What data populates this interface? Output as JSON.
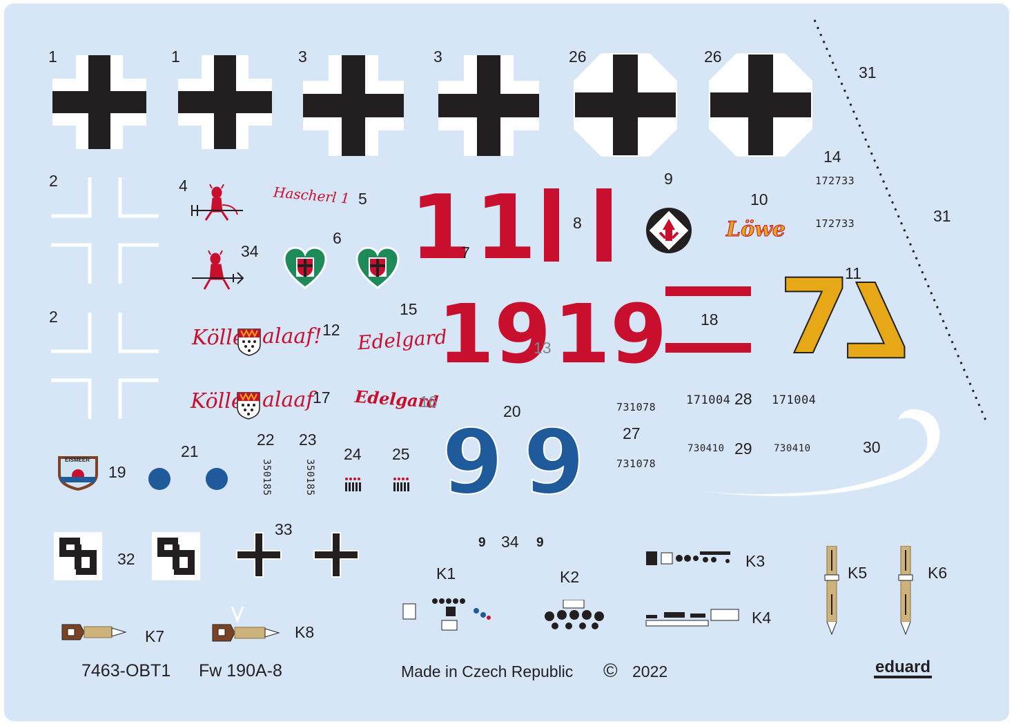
{
  "sheet": {
    "code": "7463-OBT1",
    "model": "Fw 190A-8",
    "made_in": "Made in Czech Republic",
    "copyright_symbol": "©",
    "year": "2022",
    "brand": "eduard"
  },
  "colors": {
    "background": "#d6e6f7",
    "black": "#231f20",
    "white": "#ffffff",
    "red": "#c8102e",
    "yellow": "#e6a817",
    "blue": "#1f5a9a",
    "green": "#1e8a5a",
    "tan": "#cdb27c",
    "brown": "#7a4424"
  },
  "numbers": {
    "n1a": "1",
    "n1b": "1",
    "n3a": "3",
    "n3b": "3",
    "n26a": "26",
    "n26b": "26",
    "n31a": "31",
    "n31b": "31",
    "n14": "14",
    "n2a": "2",
    "n2b": "2",
    "n4": "4",
    "n5": "5",
    "n6": "6",
    "n7": "7",
    "n8": "8",
    "n9": "9",
    "n10": "10",
    "n34a": "34",
    "n34b": "34",
    "n11": "11",
    "n15": "15",
    "n12": "12",
    "n13": "13",
    "n18": "18",
    "n17": "17",
    "n16": "16",
    "n20": "20",
    "n27": "27",
    "n28": "28",
    "n29": "29",
    "n30": "30",
    "n19": "19",
    "n21": "21",
    "n22": "22",
    "n23": "23",
    "n24": "24",
    "n25": "25",
    "n33": "33",
    "n32": "32",
    "K1": "K1",
    "K2": "K2",
    "K3": "K3",
    "K4": "K4",
    "K5": "K5",
    "K6": "K6",
    "K7": "K7",
    "K8": "K8"
  },
  "decals": {
    "big_red_1": "1",
    "big_red_19": "19",
    "big_yellow_7": "7",
    "big_blue_9": "9",
    "small_9": "9",
    "hascherl": "Hascherl 1",
    "loewe": "Löwe",
    "koelle": "Kölle",
    "alaaf": "alaaf!",
    "alaaf2": "alaaf",
    "edelgard": "Edelgard",
    "eismeer": "EISMEER",
    "serial_172733": "172733",
    "serial_171004": "171004",
    "serial_730410": "730410",
    "serial_731078": "731078",
    "serial_350185": "350185"
  },
  "icons": [
    "balkenkreuz-icon",
    "devil-icon",
    "heart-shield-icon",
    "unit-emblem-icon",
    "koeln-shield-icon",
    "eismeer-badge-icon",
    "swastika-icon",
    "seatbelt-icon",
    "instrument-panel-icon",
    "wave-stripe-icon",
    "mission-tally-icon"
  ]
}
